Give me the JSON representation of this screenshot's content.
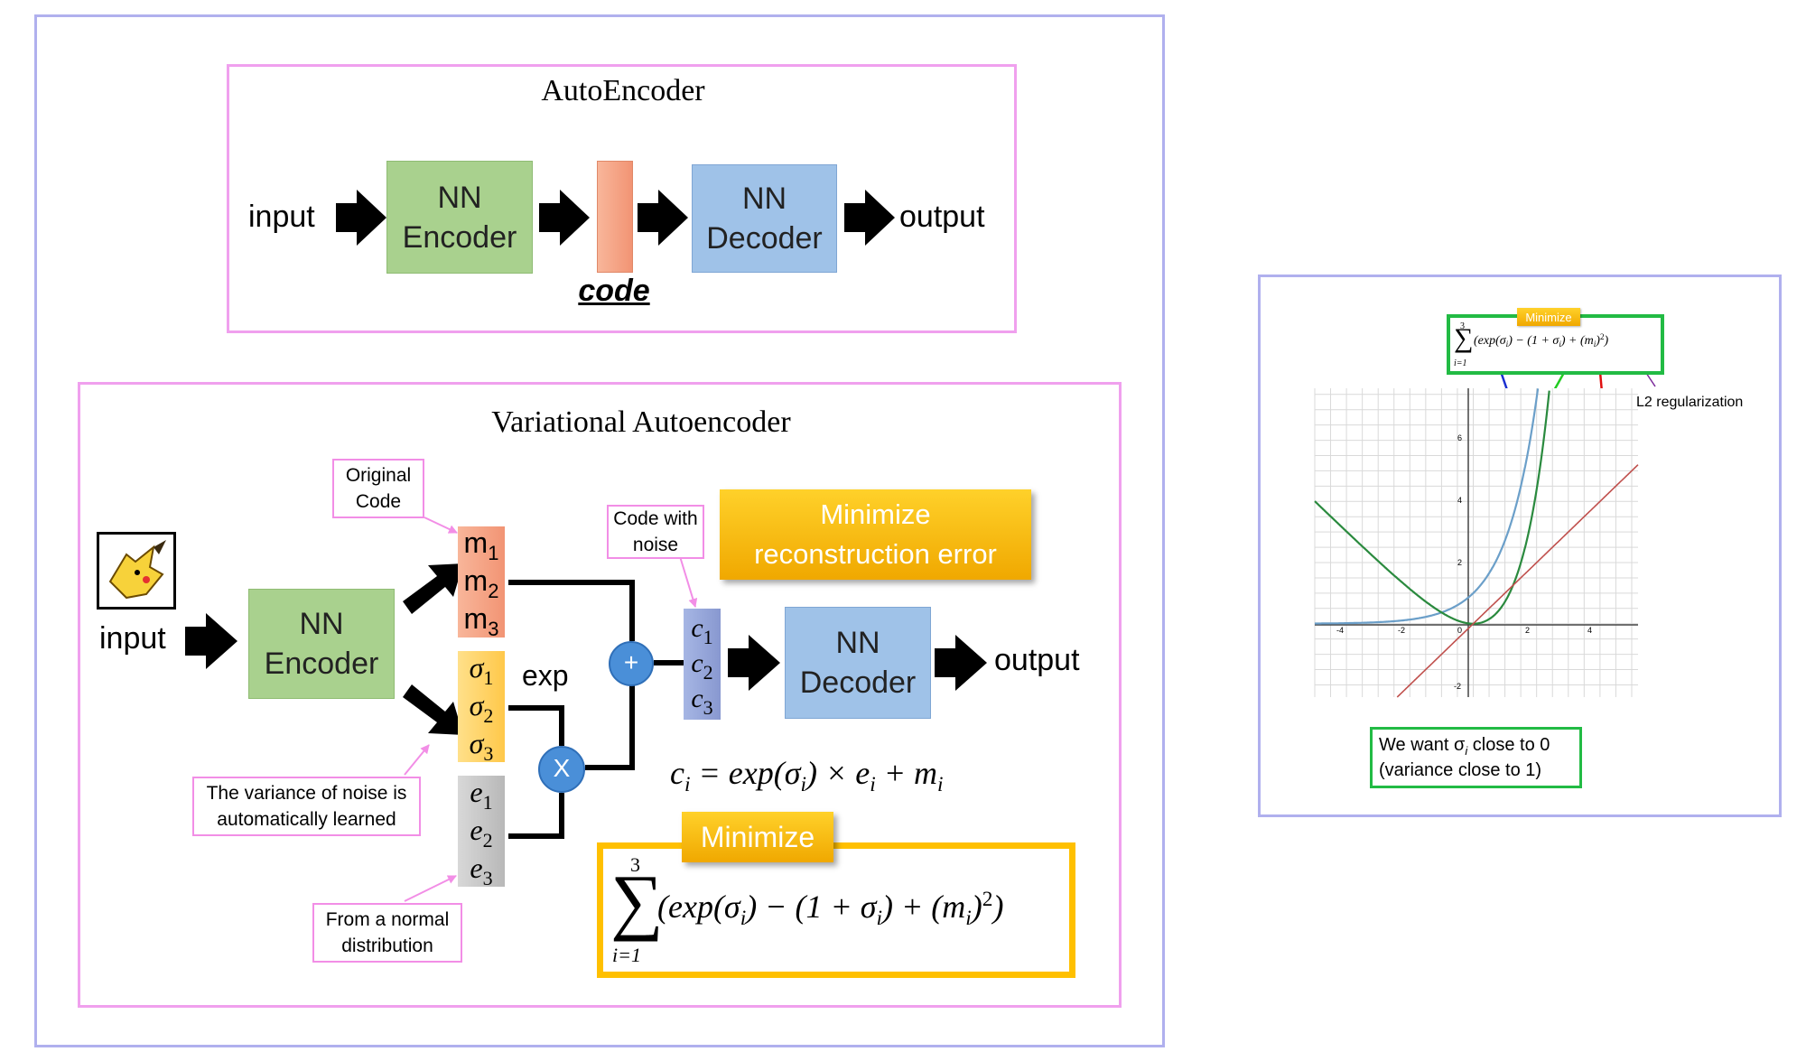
{
  "ae": {
    "title": "AutoEncoder",
    "input": "input",
    "encoder": [
      "NN",
      "Encoder"
    ],
    "code": "code",
    "decoder": [
      "NN",
      "Decoder"
    ],
    "output": "output"
  },
  "vae": {
    "title": "Variational Autoencoder",
    "input": "input",
    "encoder": [
      "NN",
      "Encoder"
    ],
    "decoder": [
      "NN",
      "Decoder"
    ],
    "output": "output",
    "m_vec": {
      "sym": "m",
      "subs": [
        "1",
        "2",
        "3"
      ]
    },
    "sigma_vec": {
      "sym": "σ",
      "subs": [
        "1",
        "2",
        "3"
      ]
    },
    "e_vec": {
      "sym": "e",
      "subs": [
        "1",
        "2",
        "3"
      ]
    },
    "c_vec": {
      "sym": "c",
      "subs": [
        "1",
        "2",
        "3"
      ]
    },
    "exp_label": "exp",
    "plus": "+",
    "times": "X",
    "callout_original": [
      "Original",
      "Code"
    ],
    "callout_noise_code": [
      "Code with",
      "noise"
    ],
    "callout_variance": [
      "The variance of noise is",
      "automatically learned"
    ],
    "callout_normal": [
      "From a normal",
      "distribution"
    ],
    "minimize_recon": [
      "Minimize",
      "reconstruction error"
    ],
    "minimize_tag": "Minimize",
    "formula_ci": {
      "lhs": "c",
      "lhs_sub": "i",
      "rhs": "= exp(σ",
      "rhs_sub": "i",
      "rhs2": ") × e",
      "e_sub": "i",
      "rhs3": " + m",
      "m_sub": "i"
    },
    "sum": {
      "top": "3",
      "bottom": "i=1",
      "body": "(exp(σ",
      "b1": ") − (1 + σ",
      "b2": ") + (m",
      "b3": ")",
      "sup": "2",
      "b4": ")",
      "idx": "i"
    }
  },
  "right": {
    "minimize_tag": "Minimize",
    "l2_label": "L2 regularization",
    "note": [
      "We want σ",
      "i",
      " close to 0",
      "(variance close to 1)"
    ],
    "axis_ticks_x": [
      "-4",
      "-2",
      "0",
      "2",
      "4"
    ],
    "axis_ticks_y": [
      "6",
      "4",
      "2",
      "-2"
    ]
  },
  "colors": {
    "frame_blue": "#b0b0ee",
    "frame_pink": "#f0a0ee",
    "encoder_green": "#a9d18e",
    "decoder_blue": "#9fc2e8",
    "code_orange": "#f4a582",
    "gold": "#ffc000",
    "circle_blue": "#4a8fd8",
    "green_box": "#22bb44"
  },
  "chart_data": {
    "type": "line",
    "series": [
      {
        "values": "exp(x)"
      },
      {
        "values": "exp(x) - (1 + x)"
      },
      {
        "values": "x"
      }
    ],
    "xlim": [
      -5,
      5.2
    ],
    "ylim": [
      -2.4,
      7.7
    ],
    "grid": true
  }
}
